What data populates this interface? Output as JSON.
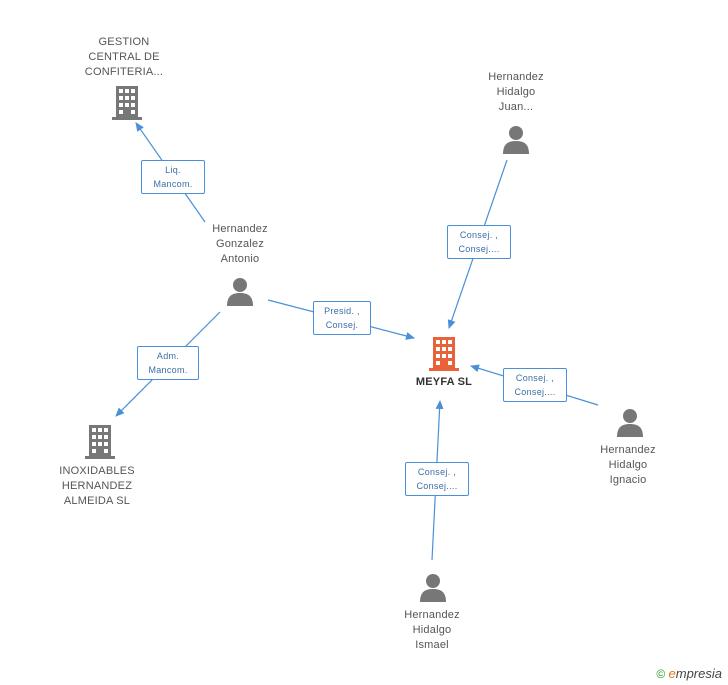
{
  "colors": {
    "edge": "#4a90d9",
    "company": "#777777",
    "main_company": "#e8633a",
    "person": "#777777"
  },
  "nodes": {
    "gestion": {
      "label": "GESTION\nCENTRAL DE\nCONFITERIA...",
      "icon": "building-icon"
    },
    "juan": {
      "label": "Hernandez\nHidalgo\nJuan...",
      "icon": "person-icon"
    },
    "antonio": {
      "label": "Hernandez\nGonzalez\nAntonio",
      "icon": "person-icon"
    },
    "meyfa": {
      "label": "MEYFA SL",
      "icon": "building-icon"
    },
    "inox": {
      "label": "INOXIDABLES\nHERNANDEZ\nALMEIDA SL",
      "icon": "building-icon"
    },
    "ignacio": {
      "label": "Hernandez\nHidalgo\nIgnacio",
      "icon": "person-icon"
    },
    "ismael": {
      "label": "Hernandez\nHidalgo\nIsmael",
      "icon": "person-icon"
    }
  },
  "edges": {
    "liq": "Liq.\nMancom.",
    "juan": "Consej. ,\nConsej....",
    "presid": "Presid. ,\nConsej.",
    "adm": "Adm.\nMancom.",
    "ignacio": "Consej. ,\nConsej....",
    "ismael": "Consej. ,\nConsej...."
  },
  "footer": {
    "copyright": "©",
    "brand_e": "e",
    "brand_rest": "mpresia"
  }
}
